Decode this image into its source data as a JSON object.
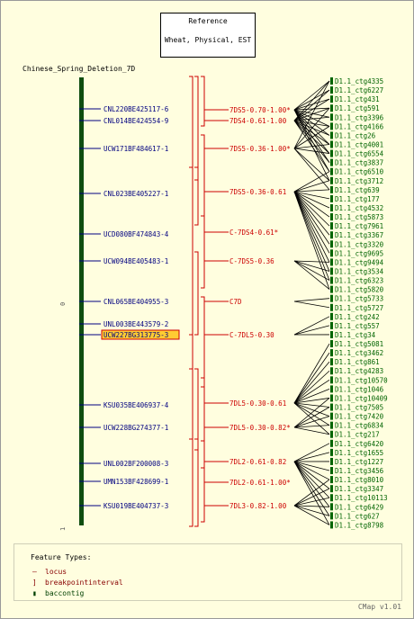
{
  "reference": {
    "line1": "Reference",
    "line2": "Wheat, Physical, EST"
  },
  "map_title": "Chinese_Spring_Deletion_7D",
  "scale": {
    "top": "0",
    "bottom": "1"
  },
  "loci": [
    {
      "label": "CNL220BE425117-6",
      "highlight": false
    },
    {
      "label": "CNL014BE424554-9",
      "highlight": false
    },
    {
      "label": "UCW171BF484617-1",
      "highlight": false
    },
    {
      "label": "CNL023BE405227-1",
      "highlight": false
    },
    {
      "label": "UCD080BF474843-4",
      "highlight": false
    },
    {
      "label": "UCW094BE405483-1",
      "highlight": false
    },
    {
      "label": "CNL065BE404955-3",
      "highlight": false
    },
    {
      "label": "UNL003BE443579-2",
      "highlight": false
    },
    {
      "label": "UCW227BG313775-3",
      "highlight": true
    },
    {
      "label": "KSU035BE406937-4",
      "highlight": false
    },
    {
      "label": "UCW228BG274377-1",
      "highlight": false
    },
    {
      "label": "UNL002BF200008-3",
      "highlight": false
    },
    {
      "label": "UMN153BF428699-1",
      "highlight": false
    },
    {
      "label": "KSU019BE404737-3",
      "highlight": false
    }
  ],
  "breakpoints": [
    "7DS5-0.70-1.00*",
    "7DS4-0.61-1.00",
    "7DS5-0.36-1.00*",
    "7DS5-0.36-0.61",
    "C-7DS4-0.61*",
    "C-7DS5-0.36",
    "C7D",
    "C-7DL5-0.30",
    "7DL5-0.30-0.61",
    "7DL5-0.30-0.82*",
    "7DL2-0.61-0.82",
    "7DL2-0.61-1.00*",
    "7DL3-0.82-1.00"
  ],
  "contigs": [
    "D1.1_ctg4335",
    "D1.1_ctg6227",
    "D1.1_ctg431",
    "D1.1_ctg591",
    "D1.1_ctg3396",
    "D1.1_ctg4166",
    "D1.1_ctg26",
    "D1.1_ctg4001",
    "D1.1_ctg6554",
    "D1.1_ctg3837",
    "D1.1_ctg6510",
    "D1.1_ctg3712",
    "D1.1_ctg639",
    "D1.1_ctg177",
    "D1.1_ctg4532",
    "D1.1_ctg5873",
    "D1.1_ctg7961",
    "D1.1_ctg3367",
    "D1.1_ctg3320",
    "D1.1_ctg9695",
    "D1.1_ctg9494",
    "D1.1_ctg3534",
    "D1.1_ctg6323",
    "D1.1_ctg5820",
    "D1.1_ctg5733",
    "D1.1_ctg5727",
    "D1.1_ctg242",
    "D1.1_ctg557",
    "D1.1_ctg34",
    "D1.1_ctg5081",
    "D1.1_ctg3462",
    "D1.1_ctg861",
    "D1.1_ctg4283",
    "D1.1_ctg10570",
    "D1.1_ctg1046",
    "D1.1_ctg10409",
    "D1.1_ctg7505",
    "D1.1_ctg7420",
    "D1.1_ctg6834",
    "D1.1_ctg217",
    "D1.1_ctg6420",
    "D1.1_ctg1655",
    "D1.1_ctg1227",
    "D1.1_ctg3456",
    "D1.1_ctg8010",
    "D1.1_ctg3347",
    "D1.1_ctg10113",
    "D1.1_ctg6429",
    "D1.1_ctg627",
    "D1.1_ctg8798"
  ],
  "legend": {
    "title": "Feature Types:",
    "items": [
      {
        "label": "locus",
        "color": "#000080"
      },
      {
        "label": "breakpointinterval",
        "color": "#cc0000"
      },
      {
        "label": "baccontig",
        "color": "#004000"
      }
    ]
  },
  "version": "CMap v1.01",
  "colors": {
    "locus": "#000080",
    "breakpoint": "#cc0000",
    "contig": "#006400",
    "bar": "#0f4d0f",
    "highlight": "#ffcc33",
    "link": "#000000"
  }
}
